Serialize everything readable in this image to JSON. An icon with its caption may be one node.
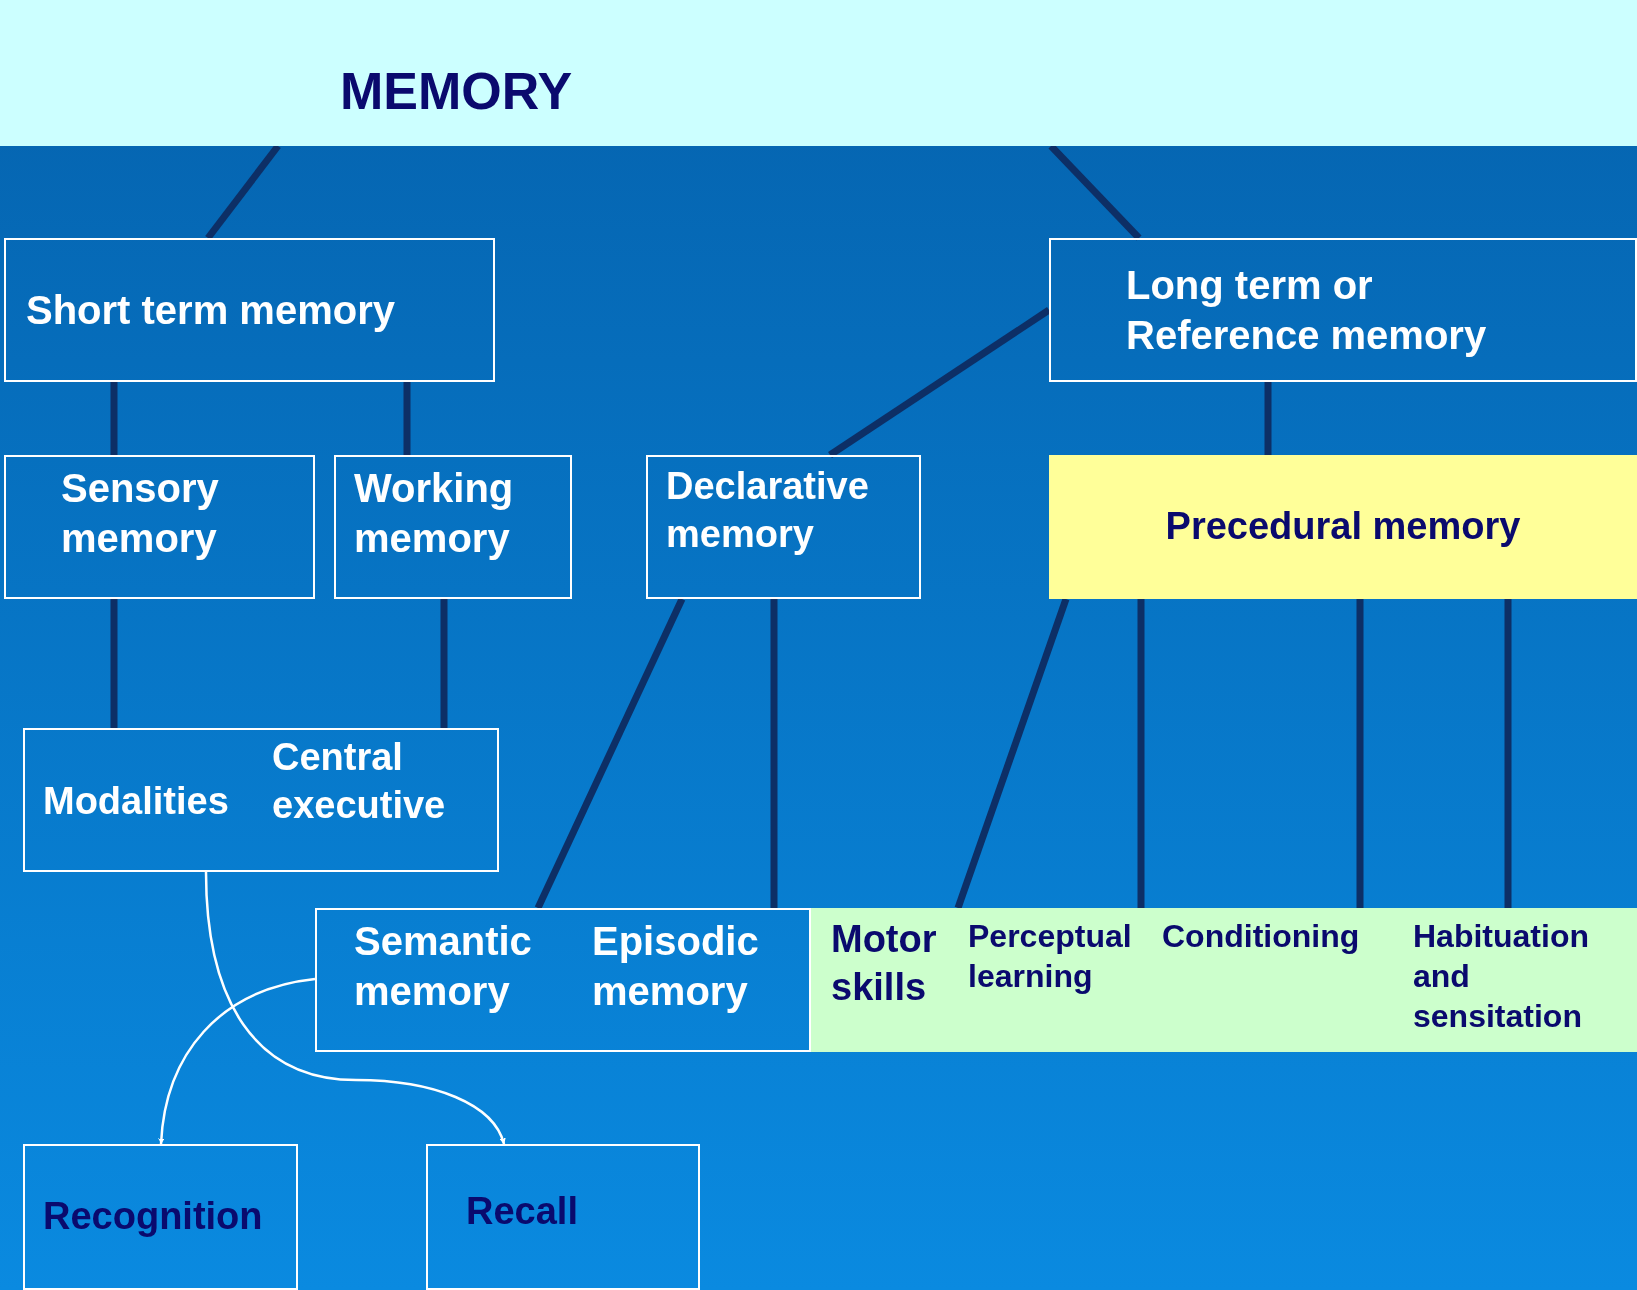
{
  "diagram": {
    "nodes": [
      {
        "text": [
          "MEMORY"
        ]
      },
      {
        "text": [
          "Short term memory"
        ]
      },
      {
        "text": [
          "Long term or Reference memory"
        ]
      },
      {
        "text": [
          "Sensory memory"
        ]
      },
      {
        "text": [
          "Working memory"
        ]
      },
      {
        "text": [
          "Declarative memory"
        ]
      },
      {
        "text": [
          "Precedural memory"
        ]
      },
      {
        "text": [],
        "shape": "box"
      },
      {
        "text": [
          "Modalities"
        ],
        "in": 7
      },
      {
        "text": [
          "Central executive"
        ],
        "in": 7
      },
      {
        "text": [],
        "shape": "box"
      },
      {
        "text": [
          "Semantic memory"
        ],
        "in": 10
      },
      {
        "text": [
          "Episodic memory"
        ],
        "in": 10
      },
      {
        "text": [],
        "shape": "box"
      },
      {
        "text": [
          "Motor skills"
        ],
        "in": 13
      },
      {
        "text": [
          "Perceptual learning"
        ],
        "in": 13
      },
      {
        "text": [
          "Conditioning"
        ],
        "in": 13
      },
      {
        "text": [
          "Habituation and sensitation"
        ],
        "in": 13
      },
      {
        "text": [
          "Recognition"
        ]
      },
      {
        "text": [
          "Recall"
        ]
      }
    ],
    "edges": [
      {
        "from": 0,
        "to": 1,
        "arrow": "none"
      },
      {
        "from": 0,
        "to": 2,
        "arrow": "none"
      },
      {
        "from": 1,
        "to": 3,
        "arrow": "none"
      },
      {
        "from": 1,
        "to": 4,
        "arrow": "none"
      },
      {
        "from": 2,
        "to": 5,
        "arrow": "none"
      },
      {
        "from": 2,
        "to": 6,
        "arrow": "none"
      },
      {
        "from": 3,
        "to": 8,
        "arrow": "none"
      },
      {
        "from": 4,
        "to": 9,
        "arrow": "none"
      },
      {
        "from": 5,
        "to": 11,
        "arrow": "none"
      },
      {
        "from": 5,
        "to": 12,
        "arrow": "none"
      },
      {
        "from": 6,
        "to": 14,
        "arrow": "none"
      },
      {
        "from": 6,
        "to": 15,
        "arrow": "none"
      },
      {
        "from": 6,
        "to": 16,
        "arrow": "none"
      },
      {
        "from": 6,
        "to": 17,
        "arrow": "none"
      },
      {
        "from": 7,
        "to": 19,
        "arrow": "to",
        "color": "#ffffff"
      },
      {
        "from": 10,
        "to": 18,
        "arrow": "to",
        "color": "#ffffff"
      }
    ]
  }
}
